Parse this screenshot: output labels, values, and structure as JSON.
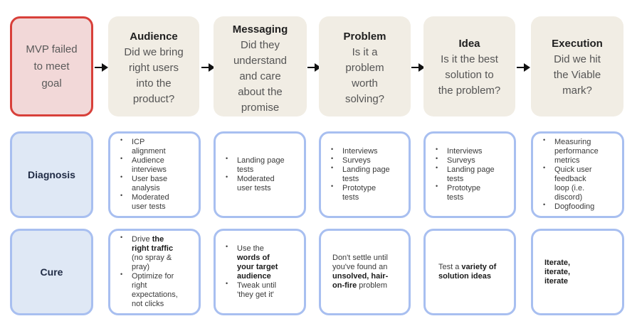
{
  "start": {
    "text": "MVP failed\nto meet\ngoal"
  },
  "stages": [
    {
      "title": "Audience",
      "question": "Did we bring\nright users\ninto the\nproduct?"
    },
    {
      "title": "Messaging",
      "question": "Did they\nunderstand\nand care\nabout the\npromise"
    },
    {
      "title": "Problem",
      "question": "Is it a\nproblem\nworth\nsolving?"
    },
    {
      "title": "Idea",
      "question": "Is it the best\nsolution to\nthe problem?"
    },
    {
      "title": "Execution",
      "question": "Did we hit\nthe Viable\nmark?"
    }
  ],
  "rows": {
    "diagnosis": {
      "label": "Diagnosis",
      "cells": [
        [
          "ICP\nalignment",
          "Audience\ninterviews",
          "User base\nanalysis",
          "Moderated\nuser tests"
        ],
        [
          "Landing page\ntests",
          "Moderated\nuser tests"
        ],
        [
          "Interviews",
          "Surveys",
          "Landing page\ntests",
          "Prototype\ntests"
        ],
        [
          "Interviews",
          "Surveys",
          "Landing page\ntests",
          "Prototype\ntests"
        ],
        [
          "Measuring\nperformance\nmetrics",
          "Quick user\nfeedback\nloop (i.e.\ndiscord)",
          "Dogfooding"
        ]
      ]
    },
    "cure": {
      "label": "Cure",
      "c0": {
        "a1": "Drive ",
        "a2": "the\nright traffic",
        "a3": "\n(no spray &\npray)",
        "b": "Optimize for\nright\nexpectations,\nnot clicks"
      },
      "c1": {
        "a1": "Use the\n",
        "a2": "words of\nyour target\naudience",
        "b": "Tweak until\n'they get it'"
      },
      "c2": {
        "p1": "Don't settle until\nyou've found an\n",
        "p2": "unsolved, hair-\non-fire",
        "p3": " problem"
      },
      "c3": {
        "p1": "Test a ",
        "p2": "variety of\nsolution ideas"
      },
      "c4": {
        "p1": "Iterate,\niterate,\niterate"
      }
    }
  }
}
